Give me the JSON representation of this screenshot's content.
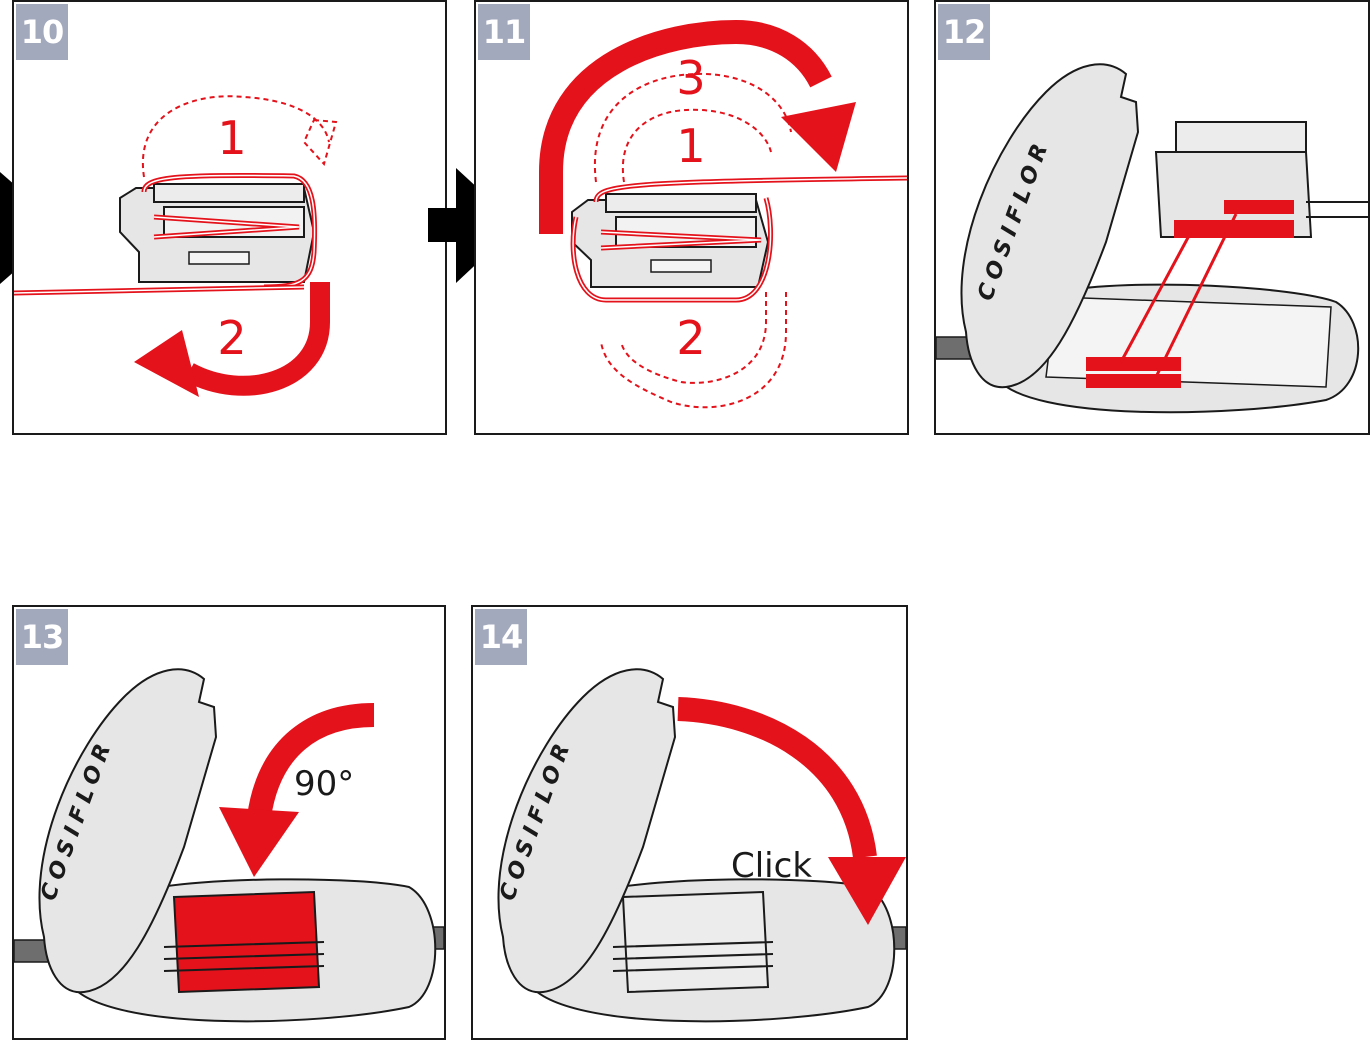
{
  "steps": [
    {
      "number": "10",
      "labels": {
        "a": "1",
        "b": "2"
      }
    },
    {
      "number": "11",
      "labels": {
        "a": "3",
        "b": "1",
        "c": "2"
      }
    },
    {
      "number": "12",
      "brand": "COSIFLOR"
    },
    {
      "number": "13",
      "brand": "COSIFLOR",
      "angle": "90°"
    },
    {
      "number": "14",
      "brand": "COSIFLOR",
      "action": "Click"
    }
  ],
  "colors": {
    "red": "#e3121b",
    "badge": "#a3a9bd",
    "outline": "#1a1a1a",
    "part": "#e6e6e6",
    "cable": "#6e6e6e"
  }
}
